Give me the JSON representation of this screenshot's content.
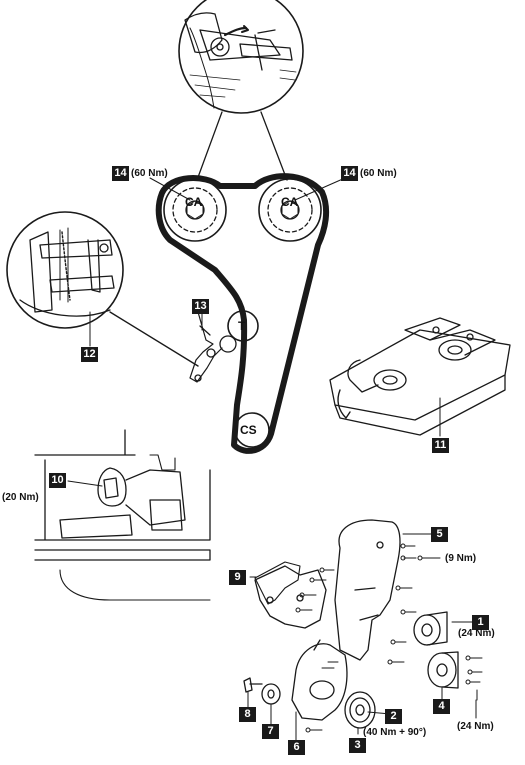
{
  "callouts": {
    "c1": "1",
    "c2": "2",
    "c3": "3",
    "c4": "4",
    "c5": "5",
    "c6": "6",
    "c7": "7",
    "c8": "8",
    "c9": "9",
    "c10": "10",
    "c11": "11",
    "c12": "12",
    "c13": "13",
    "c14a": "14",
    "c14b": "14"
  },
  "torques": {
    "cam_left": "(60 Nm)",
    "cam_right": "(60 Nm)",
    "item10": "(20 Nm)",
    "item5": "(9 Nm)",
    "item1": "(24 Nm)",
    "item4": "(24 Nm)",
    "item3": "(40 Nm + 90°)"
  },
  "pulley_labels": {
    "cam_left": "CA",
    "cam_right": "CA",
    "tensioner": "T",
    "crank": "CS"
  },
  "colors": {
    "ink": "#1a1a1a",
    "paper": "#ffffff"
  }
}
